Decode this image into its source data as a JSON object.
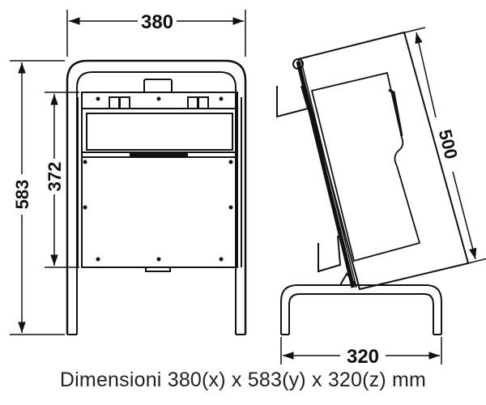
{
  "dimensions": {
    "width": "380",
    "height_total": "583",
    "height_body": "372",
    "depth_diagonal": "500",
    "depth_base": "320"
  },
  "caption": "Dimensioni 380(x) x 583(y) x 320(z) mm"
}
